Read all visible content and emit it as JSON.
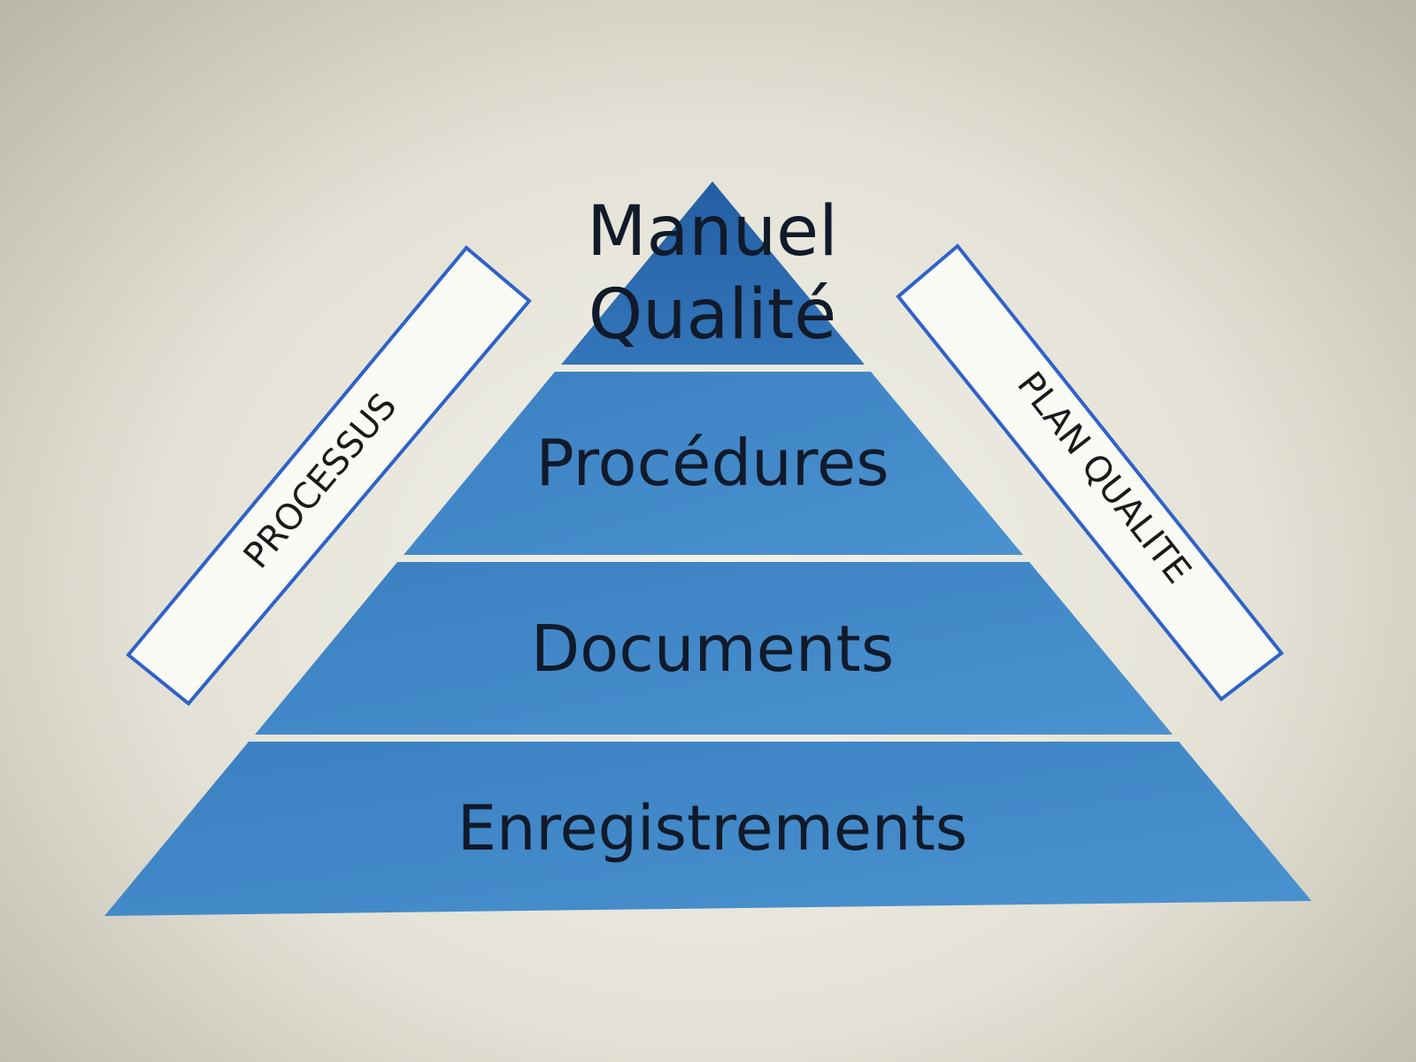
{
  "pyramid": {
    "levels": [
      {
        "line1": "Manuel",
        "line2": "Qualité"
      },
      {
        "label": "Procédures"
      },
      {
        "label": "Documents"
      },
      {
        "label": "Enregistrements"
      }
    ],
    "colors": {
      "top": "#2c68ab",
      "band": "#3f86c6",
      "separator": "#e8eef0"
    }
  },
  "side_labels": {
    "left": "PROCESSUS",
    "right": "PLAN QUALITE",
    "border_color": "#2f62c8"
  }
}
